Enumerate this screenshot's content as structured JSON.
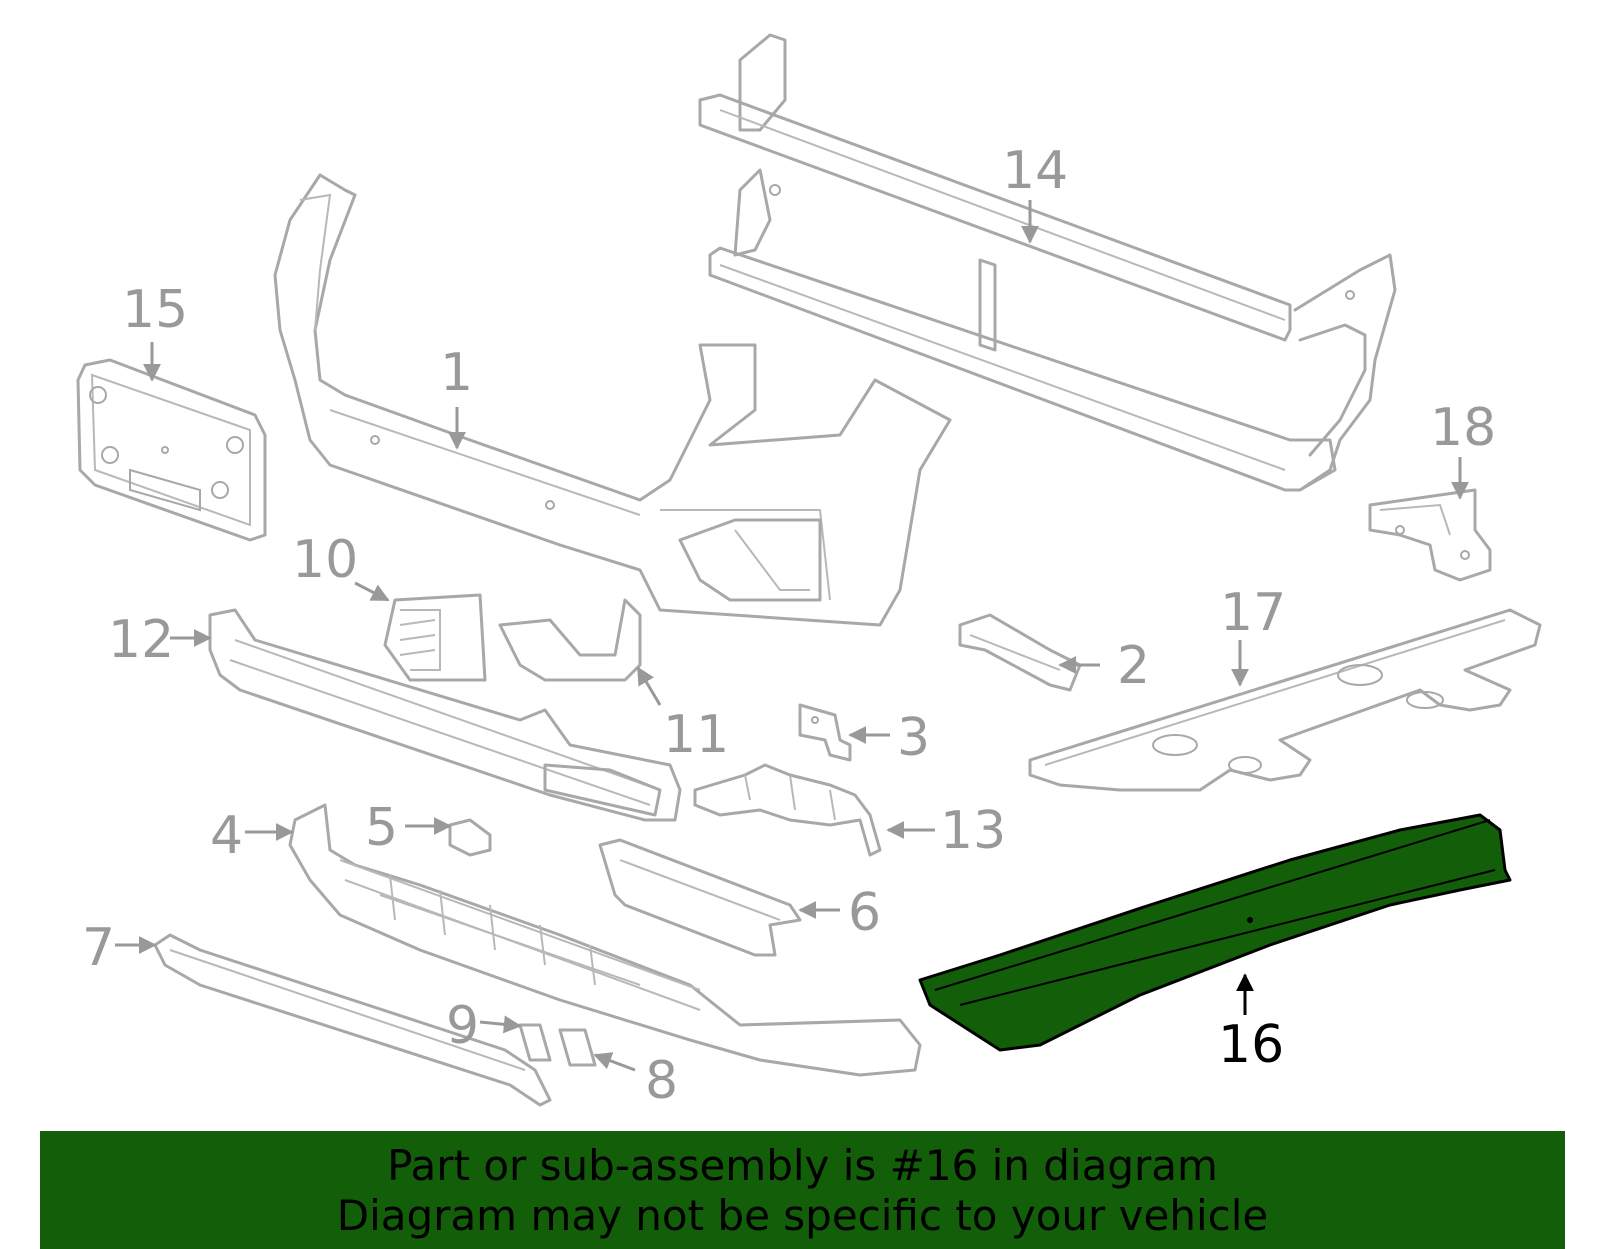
{
  "diagram": {
    "highlight_color": "#135e09",
    "selected_part": "16",
    "callouts": [
      {
        "label": "1",
        "part": "bumper-cover"
      },
      {
        "label": "2",
        "part": "bracket-right"
      },
      {
        "label": "3",
        "part": "clip-bracket"
      },
      {
        "label": "4",
        "part": "lower-grille-end"
      },
      {
        "label": "5",
        "part": "sensor"
      },
      {
        "label": "6",
        "part": "grille-bracket"
      },
      {
        "label": "7",
        "part": "lower-trim-molding"
      },
      {
        "label": "8",
        "part": "tow-cover-right"
      },
      {
        "label": "9",
        "part": "tow-cover-left"
      },
      {
        "label": "10",
        "part": "fog-lamp-bezel-left"
      },
      {
        "label": "11",
        "part": "fog-lamp-bezel-right"
      },
      {
        "label": "12",
        "part": "impact-bar"
      },
      {
        "label": "13",
        "part": "bracket-center"
      },
      {
        "label": "14",
        "part": "radiator-support-bar"
      },
      {
        "label": "15",
        "part": "license-plate-bracket"
      },
      {
        "label": "16",
        "part": "lower-deflector"
      },
      {
        "label": "17",
        "part": "skid-plate"
      },
      {
        "label": "18",
        "part": "support-bracket"
      }
    ]
  },
  "banner": {
    "line1": "Part or sub-assembly is #16 in diagram",
    "line2": "Diagram may not be specific to your vehicle"
  }
}
